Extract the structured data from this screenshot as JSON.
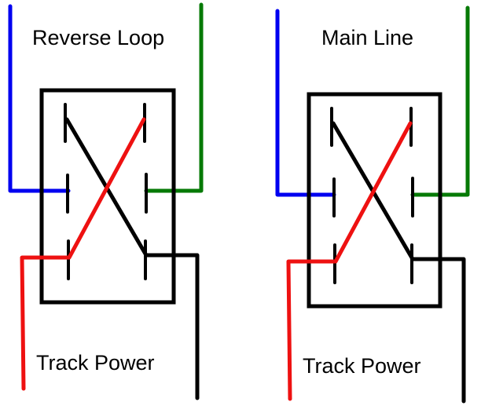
{
  "diagram": {
    "type": "wiring",
    "description": "DPDT switch reversing wiring",
    "colors": {
      "blue_wire": "#0000f0",
      "green_wire": "#067a06",
      "red_wire": "#ee1111",
      "black_wire": "#000000",
      "switch_box": "#000000",
      "background": "#ffffff"
    },
    "switches": [
      {
        "id": "reverse-loop",
        "top_label": "Reverse Loop",
        "bottom_label": "Track Power"
      },
      {
        "id": "main-line",
        "top_label": "Main Line",
        "bottom_label": "Track Power"
      }
    ]
  }
}
